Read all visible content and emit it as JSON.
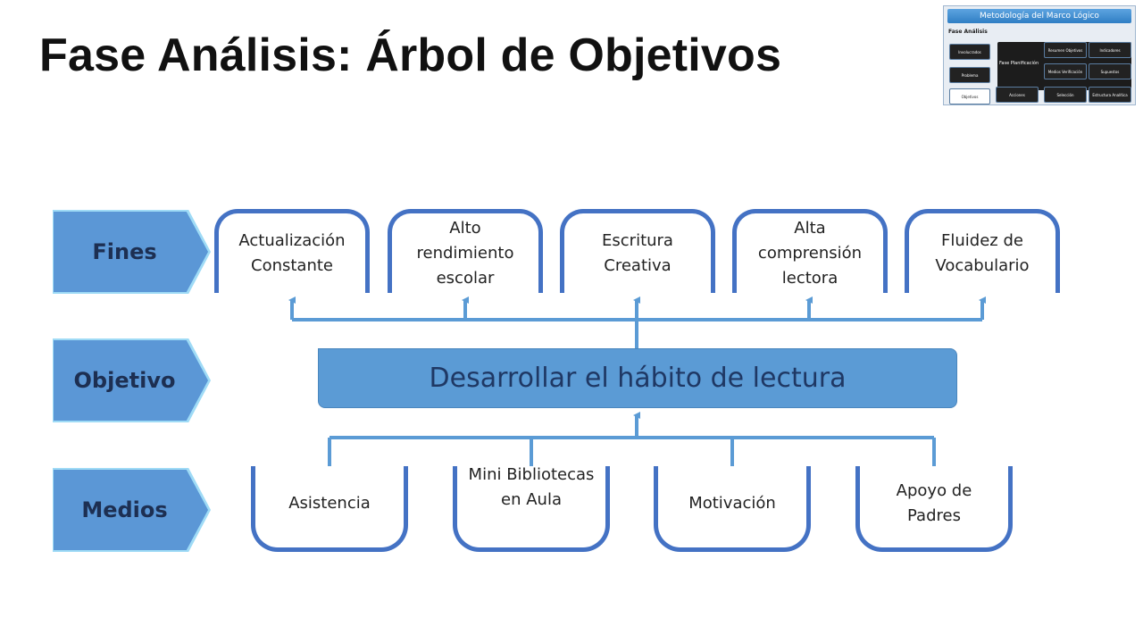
{
  "title": "Fase Análisis: Árbol de Objetivos",
  "thumbnail": {
    "header": "Metodología del Marco Lógico",
    "phase_analysis": "Fase Análisis",
    "phase_planning": "Fase Planificación",
    "analysis_items": [
      "Involucrados",
      "Problema",
      "Objetivos"
    ],
    "planning_items": [
      "Resumen Objetivos",
      "Indicadores",
      "Medios Verificación",
      "Supuestos",
      "Acciones",
      "Selección",
      "Estructura Analítica"
    ]
  },
  "rows": {
    "fines": "Fines",
    "objetivo": "Objetivo",
    "medios": "Medios"
  },
  "fines": [
    "Actualización Constante",
    "Alto rendimiento escolar",
    "Escritura Creativa",
    "Alta comprensión lectora",
    "Fluidez de Vocabulario"
  ],
  "objective": "Desarrollar el hábito de lectura",
  "medios": [
    "Asistencia",
    "Mini Bibliotecas en Aula",
    "Motivación",
    "Apoyo de Padres"
  ],
  "colors": {
    "box_border": "#4472c4",
    "objective_fill": "#5b9bd5",
    "connector": "#5b9bd5",
    "label_fill": "#5b97d6",
    "label_shadow": "#9fdbf6",
    "label_text": "#1d2f52"
  }
}
